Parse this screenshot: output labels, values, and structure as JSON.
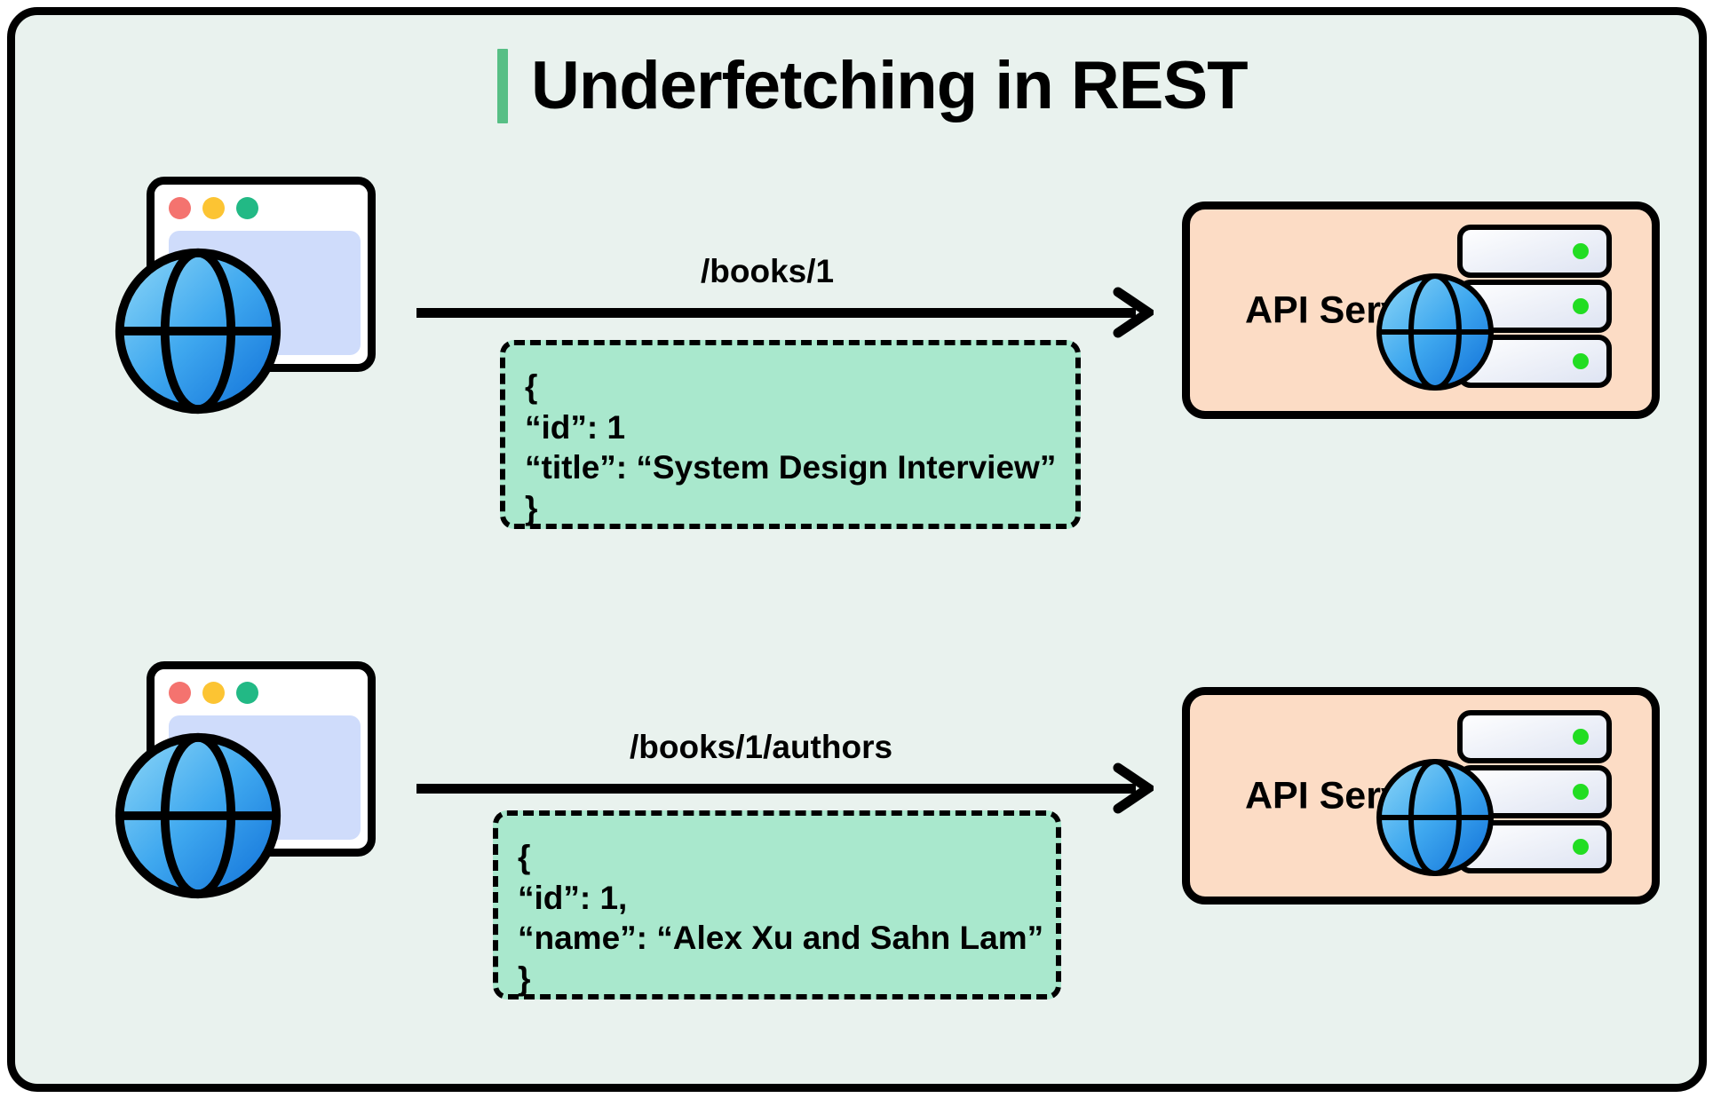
{
  "page": {
    "title": "Underfetching in REST",
    "background_color": "#e9f2ee",
    "frame_border_color": "#000000",
    "accent_color": "#57bf85"
  },
  "colors": {
    "json_box_fill": "#a9e8cd",
    "api_box_fill": "#fcdcc5",
    "browser_content": "#cfdcfb",
    "dot_red": "#f4736f",
    "dot_yellow": "#fcc433",
    "dot_green": "#22b985",
    "server_led": "#22dd22"
  },
  "flows": [
    {
      "client": {
        "name": "client-browser",
        "dots": [
          "red",
          "yellow",
          "green"
        ]
      },
      "request": {
        "label": "/books/1"
      },
      "response": {
        "lines": [
          "{",
          "“id”: 1",
          "“title”: “System Design Interview”",
          "}"
        ]
      },
      "server": {
        "label": "API Server",
        "led_count": 3
      }
    },
    {
      "client": {
        "name": "client-browser",
        "dots": [
          "red",
          "yellow",
          "green"
        ]
      },
      "request": {
        "label": "/books/1/authors"
      },
      "response": {
        "lines": [
          "{",
          "“id”: 1,",
          "“name”: “Alex Xu and Sahn Lam”",
          "}"
        ]
      },
      "server": {
        "label": "API Server",
        "led_count": 3
      }
    }
  ]
}
